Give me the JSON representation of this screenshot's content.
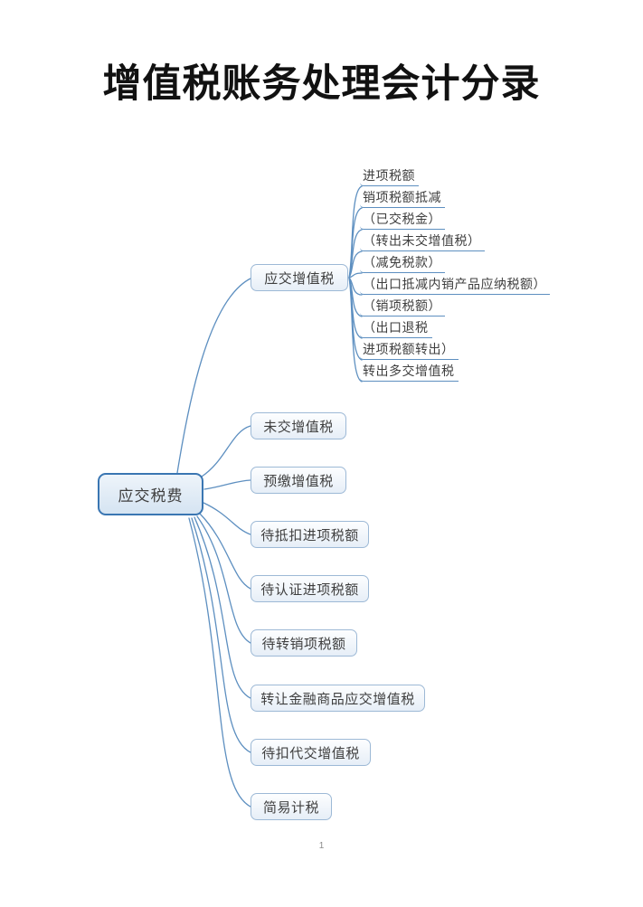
{
  "page": {
    "title": "增值税账务处理会计分录",
    "page_number": "1"
  },
  "colors": {
    "root_border": "#3a76b2",
    "root_fill": "#d5e4f2",
    "branch_border": "#9db9d6",
    "branch_fill": "#e6eef7",
    "connector": "#5d8fc0",
    "text": "#3f3f3f",
    "title": "#111111"
  },
  "mindmap": {
    "root": {
      "label": "应交税费"
    },
    "branches": [
      {
        "label": "应交增值税",
        "children": [
          "进项税额",
          "销项税额抵减",
          "（已交税金）",
          "（转出未交增值税）",
          "（减免税款）",
          "（出口抵减内销产品应纳税额）",
          "（销项税额）",
          "（出口退税",
          "进项税额转出）",
          "转出多交增值税"
        ]
      },
      {
        "label": "未交增值税",
        "children": []
      },
      {
        "label": "预缴增值税",
        "children": []
      },
      {
        "label": "待抵扣进项税额",
        "children": []
      },
      {
        "label": "待认证进项税额",
        "children": []
      },
      {
        "label": "待转销项税额",
        "children": []
      },
      {
        "label": "转让金融商品应交增值税",
        "children": []
      },
      {
        "label": "待扣代交增值税",
        "children": []
      },
      {
        "label": "简易计税",
        "children": []
      }
    ]
  }
}
